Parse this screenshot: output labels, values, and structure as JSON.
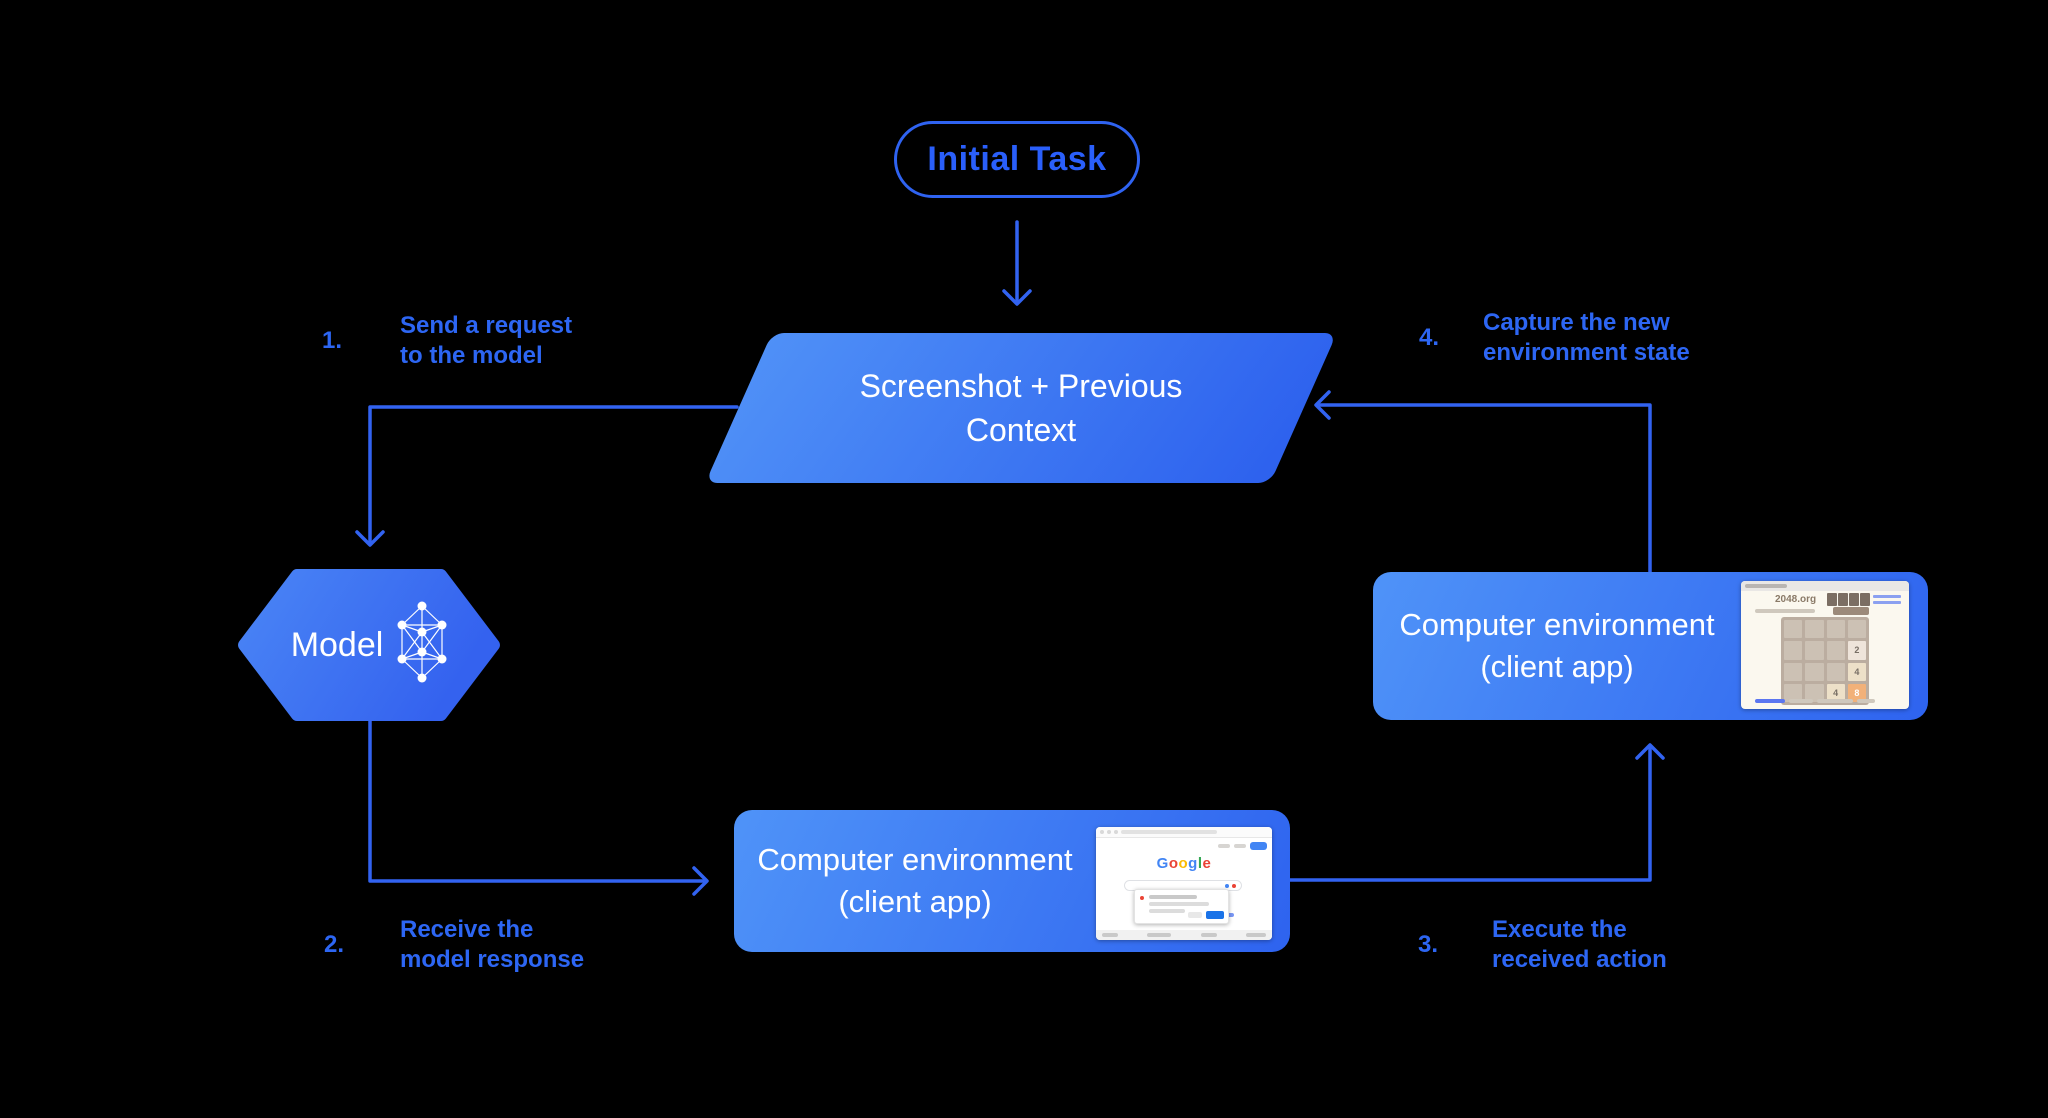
{
  "nodes": {
    "initial_task": "Initial Task",
    "screenshot_context_line1": "Screenshot + Previous",
    "screenshot_context_line2": "Context",
    "model": "Model",
    "env_bottom_line1": "Computer environment",
    "env_bottom_line2": "(client app)",
    "env_right_line1": "Computer environment",
    "env_right_line2": "(client app)"
  },
  "steps": [
    {
      "num": "1.",
      "line1": "Send a request",
      "line2": "to the model"
    },
    {
      "num": "2.",
      "line1": "Receive the",
      "line2": "model response"
    },
    {
      "num": "3.",
      "line1": "Execute the",
      "line2": "received action"
    },
    {
      "num": "4.",
      "line1": "Capture the new",
      "line2": "environment state"
    }
  ],
  "screenshots": {
    "google": {
      "logo_letters": [
        "G",
        "o",
        "o",
        "g",
        "l",
        "e"
      ]
    },
    "game2048": {
      "title": "2048.org",
      "tiles": [
        "2",
        "4",
        "4",
        "8"
      ]
    }
  },
  "colors": {
    "background": "#000000",
    "line_blue": "#3263f1",
    "label_blue": "#2d66f3",
    "node_gradient_start": "#4f90f7",
    "node_gradient_end": "#2d61ee",
    "node_text": "#ffffff",
    "google_blue": "#4285f4",
    "google_red": "#ea4335",
    "google_yellow": "#fbbc05",
    "google_green": "#34a853",
    "tile_2_bg": "#eee4da",
    "tile_4_bg": "#ede0c8",
    "tile_8_bg": "#f2b179",
    "grid_frame": "#bbada0",
    "grid_cell": "#ccc1b4"
  }
}
